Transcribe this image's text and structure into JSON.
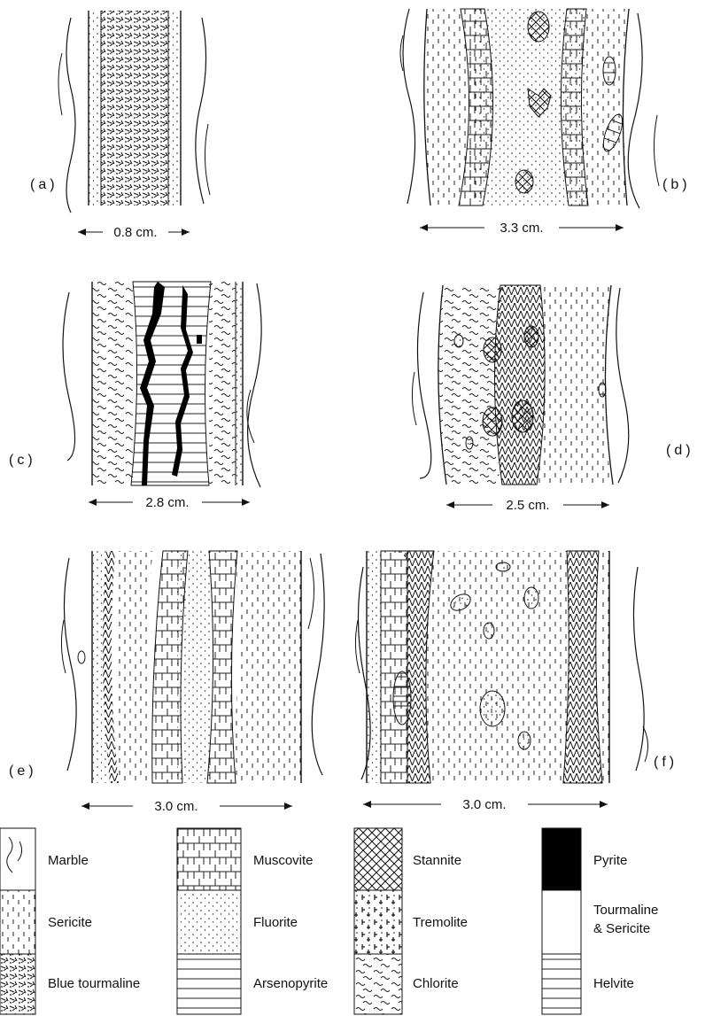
{
  "panels": [
    {
      "id": "a",
      "label": "(a)",
      "width": "0.8 cm."
    },
    {
      "id": "b",
      "label": "(b)",
      "width": "3.3 cm."
    },
    {
      "id": "c",
      "label": "(c)",
      "width": "2.8 cm."
    },
    {
      "id": "d",
      "label": "(d)",
      "width": "2.5 cm."
    },
    {
      "id": "e",
      "label": "(e)",
      "width": "3.0 cm."
    },
    {
      "id": "f",
      "label": "(f)",
      "width": "3.0 cm."
    }
  ],
  "legend": [
    {
      "pattern": "marble",
      "label": "Marble"
    },
    {
      "pattern": "sericite",
      "label": "Sericite"
    },
    {
      "pattern": "blue-tourmaline",
      "label": "Blue tourmaline"
    },
    {
      "pattern": "muscovite",
      "label": "Muscovite"
    },
    {
      "pattern": "fluorite",
      "label": "Fluorite"
    },
    {
      "pattern": "arsenopyrite",
      "label": "Arsenopyrite"
    },
    {
      "pattern": "stannite",
      "label": "Stannite"
    },
    {
      "pattern": "tremolite",
      "label": "Tremolite"
    },
    {
      "pattern": "chlorite",
      "label": "Chlorite"
    },
    {
      "pattern": "pyrite",
      "label": "Pyrite"
    },
    {
      "pattern": "tourmaline-sericite",
      "label": "Tourmaline & Sericite"
    },
    {
      "pattern": "helvite",
      "label": "Helvite"
    }
  ]
}
